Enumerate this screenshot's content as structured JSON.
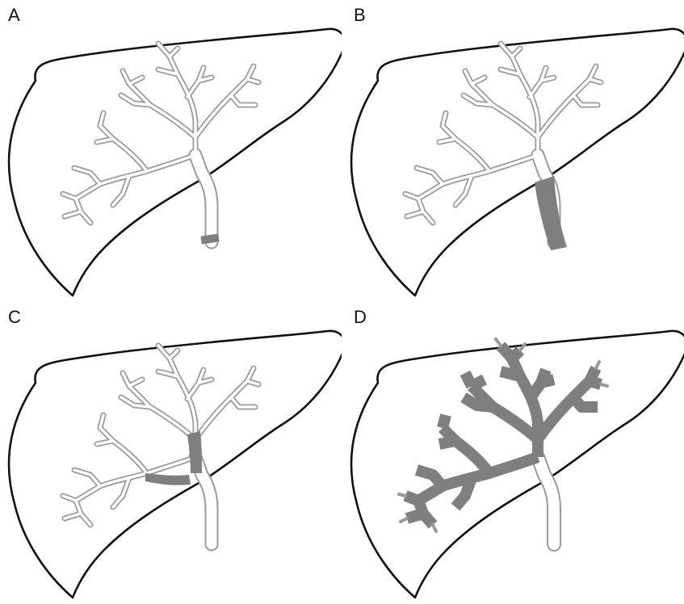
{
  "panels": [
    {
      "label": "A",
      "highlight": "distal-common-duct"
    },
    {
      "label": "B",
      "highlight": "common-hepatic-duct"
    },
    {
      "label": "C",
      "highlight": "hilar-confluence"
    },
    {
      "label": "D",
      "highlight": "intrahepatic-ducts"
    }
  ],
  "colors": {
    "outline": "#111111",
    "duct_wall": "#9a9a9a",
    "highlight": "#7f7f7f",
    "background": "#ffffff"
  }
}
